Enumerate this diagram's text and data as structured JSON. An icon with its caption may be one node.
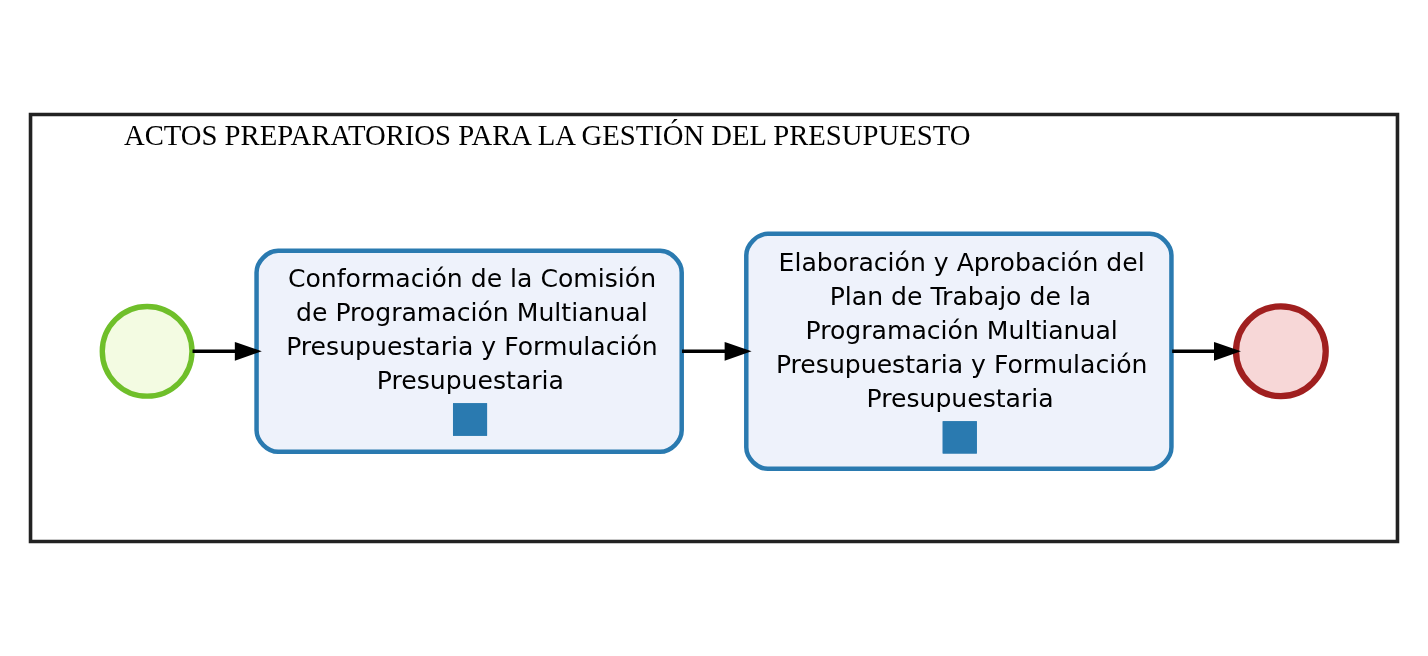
{
  "diagram": {
    "nodes": [
      {
        "text": [
          "ACTOS PREPARATORIOS PARA LA GESTIÓN DEL PRESUPUESTO"
        ]
      },
      {
        "text": [],
        "shape": "circle",
        "in": 0
      },
      {
        "text": [
          "Conformación de la Comisión de Programación Multianual Presupuestaria y Formulación Presupuestaria"
        ],
        "in": 0
      },
      {
        "text": [
          "Elaboración y Aprobación del Plan de Trabajo de la Programación Multianual Presupuestaria y Formulación Presupuestaria"
        ],
        "in": 0
      },
      {
        "text": [],
        "shape": "circle",
        "in": 0
      }
    ],
    "edges": [
      {
        "from": 1,
        "to": 2,
        "arrow": "to"
      },
      {
        "from": 2,
        "to": 3,
        "arrow": "to"
      },
      {
        "from": 3,
        "to": 4,
        "arrow": "to"
      }
    ]
  }
}
